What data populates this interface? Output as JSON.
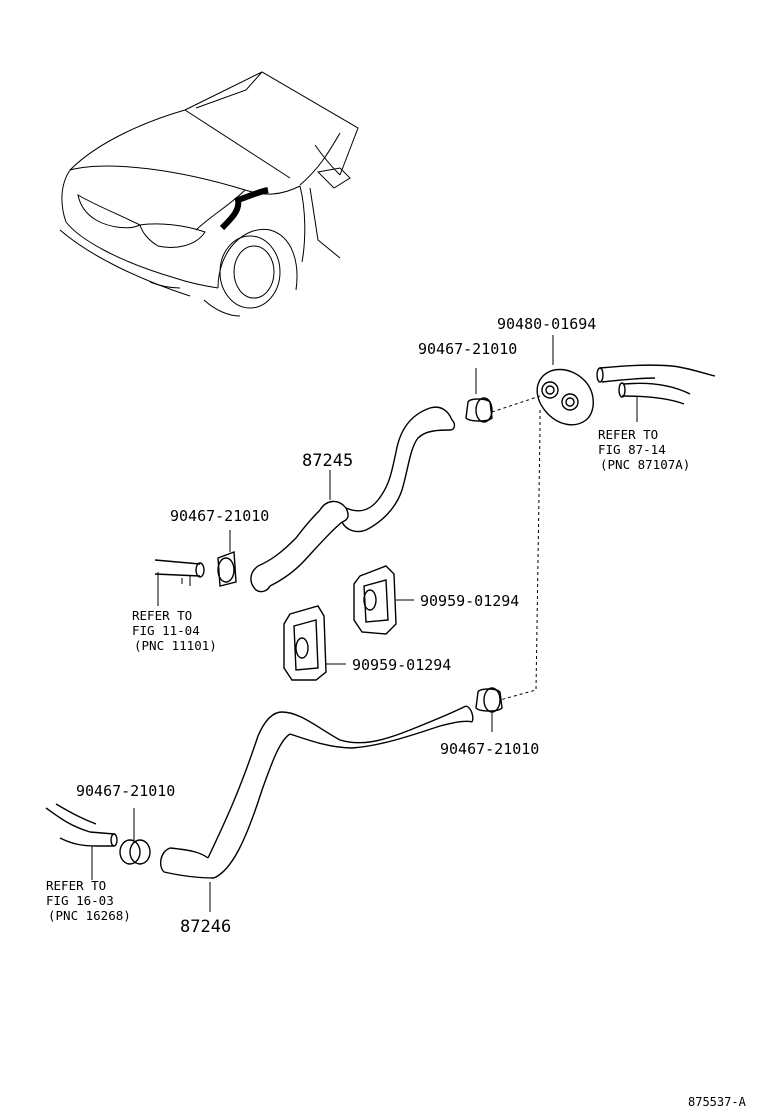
{
  "parts": {
    "grommet_top": "90480-01694",
    "clamp_top": "90467-21010",
    "hose_upper": "87245",
    "clamp_left": "90467-21010",
    "clip_right": "90959-01294",
    "clip_left": "90959-01294",
    "clamp_mid": "90467-21010",
    "clamp_bottom": "90467-21010",
    "hose_lower": "87246"
  },
  "refs": {
    "heater_unit": {
      "line1": "REFER TO",
      "line2": "FIG 87-14",
      "line3": "(PNC 87107A)"
    },
    "engine": {
      "line1": "REFER TO",
      "line2": "FIG 11-04",
      "line3": "(PNC 11101)"
    },
    "water_pipe": {
      "line1": "REFER TO",
      "line2": "FIG 16-03",
      "line3": "(PNC 16268)"
    }
  },
  "footer": {
    "figure_code": "875537-A"
  }
}
